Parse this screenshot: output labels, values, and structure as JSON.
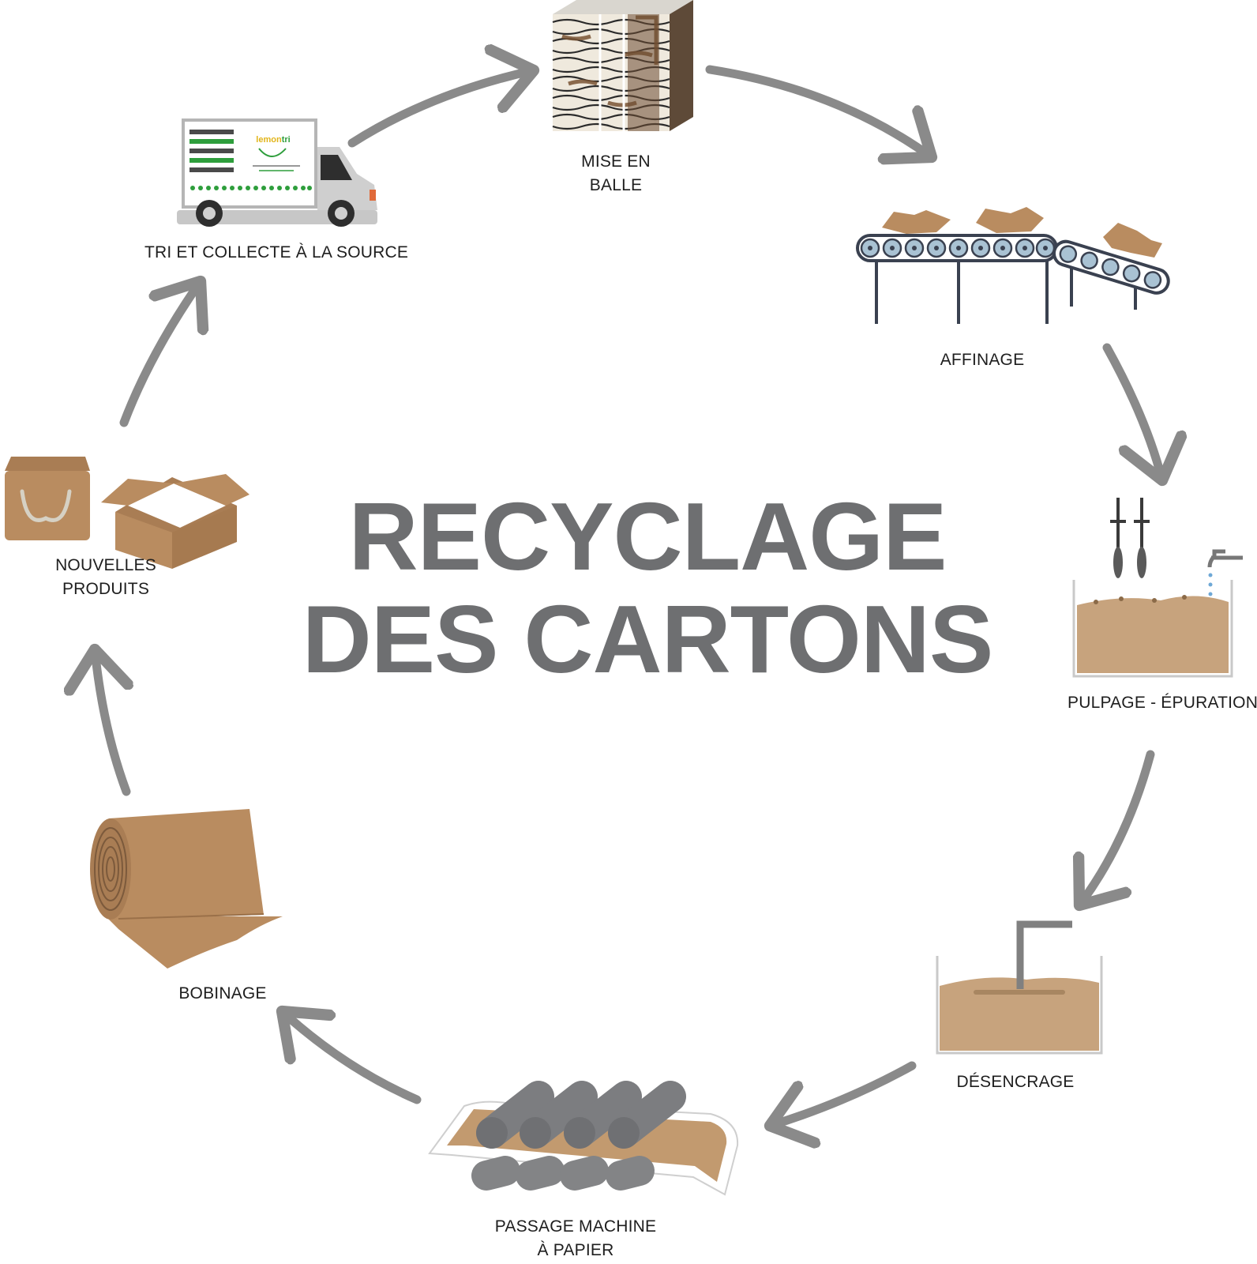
{
  "title": {
    "line1": "RECYCLAGE",
    "line2": "DES CARTONS"
  },
  "steps": [
    {
      "icon": "baled-cardboard-icon",
      "line1": "MISE EN",
      "line2": "BALLE"
    },
    {
      "icon": "conveyor-belt-icon",
      "line1": "AFFINAGE"
    },
    {
      "icon": "pulping-tank-icon",
      "line1": "PULPAGE - ÉPURATION"
    },
    {
      "icon": "deinking-tank-icon",
      "line1": "DÉSENCRAGE"
    },
    {
      "icon": "paper-machine-rollers-icon",
      "line1": "PASSAGE MACHINE",
      "line2": "À PAPIER"
    },
    {
      "icon": "paper-roll-icon",
      "line1": "BOBINAGE"
    },
    {
      "icon": "new-products-icon",
      "line1": "NOUVELLES",
      "line2": "PRODUITS"
    },
    {
      "icon": "delivery-truck-icon",
      "line1": "TRI ET COLLECTE À LA SOURCE"
    }
  ],
  "truck_logo": {
    "text_part1": "lemon",
    "text_part2": "tri"
  },
  "colors": {
    "title": "#6e6f71",
    "arrow": "#8a8a8a",
    "cardboard": "#b98c60",
    "pulp": "#c7a37d",
    "roller": "#7d7e80",
    "brand_green": "#2e9e3c",
    "brand_yellow": "#e2b51b"
  }
}
